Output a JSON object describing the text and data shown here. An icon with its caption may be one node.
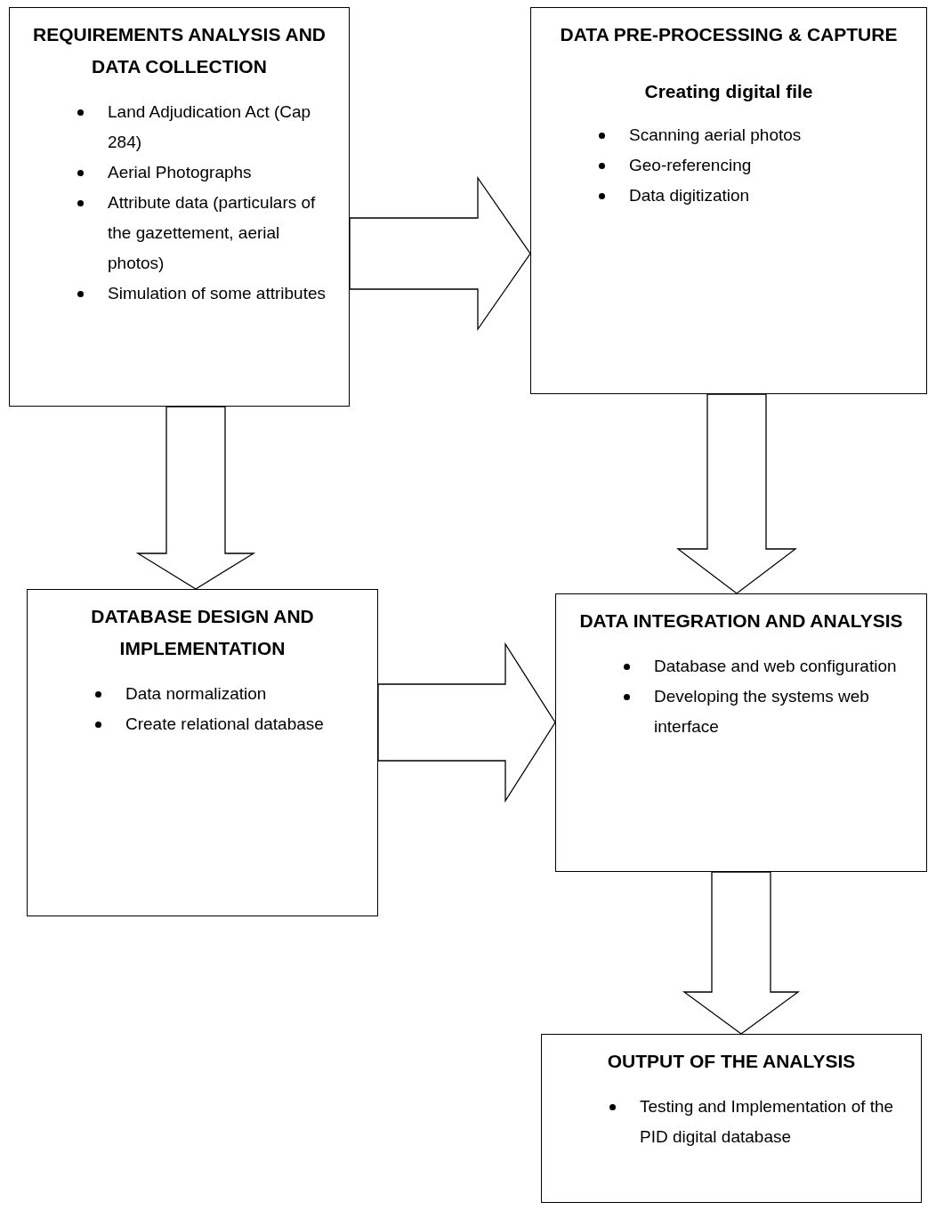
{
  "diagram": {
    "nodes": [
      {
        "text": [
          "REQUIREMENTS ANALYSIS AND DATA COLLECTION",
          "Land Adjudication Act (Cap 284)",
          "Aerial Photographs",
          "Attribute data (particulars of the gazettement, aerial photos)",
          "Simulation of some attributes"
        ]
      },
      {
        "text": [
          "DATA PRE-PROCESSING & CAPTURE",
          "Creating digital file",
          "Scanning aerial photos",
          "Geo-referencing",
          "Data digitization"
        ]
      },
      {
        "text": [
          "DATABASE DESIGN AND IMPLEMENTATION",
          "Data normalization",
          "Create relational database"
        ]
      },
      {
        "text": [
          "DATA INTEGRATION AND ANALYSIS",
          "Database and web configuration",
          "Developing the systems web interface"
        ]
      },
      {
        "text": [
          "OUTPUT OF THE ANALYSIS",
          "Testing and Implementation of the PID digital database"
        ]
      }
    ],
    "edges": [
      {
        "from": 0,
        "to": 1,
        "arrow": "to"
      },
      {
        "from": 0,
        "to": 2,
        "arrow": "to"
      },
      {
        "from": 1,
        "to": 3,
        "arrow": "to"
      },
      {
        "from": 2,
        "to": 3,
        "arrow": "to"
      },
      {
        "from": 3,
        "to": 4,
        "arrow": "to"
      }
    ]
  }
}
